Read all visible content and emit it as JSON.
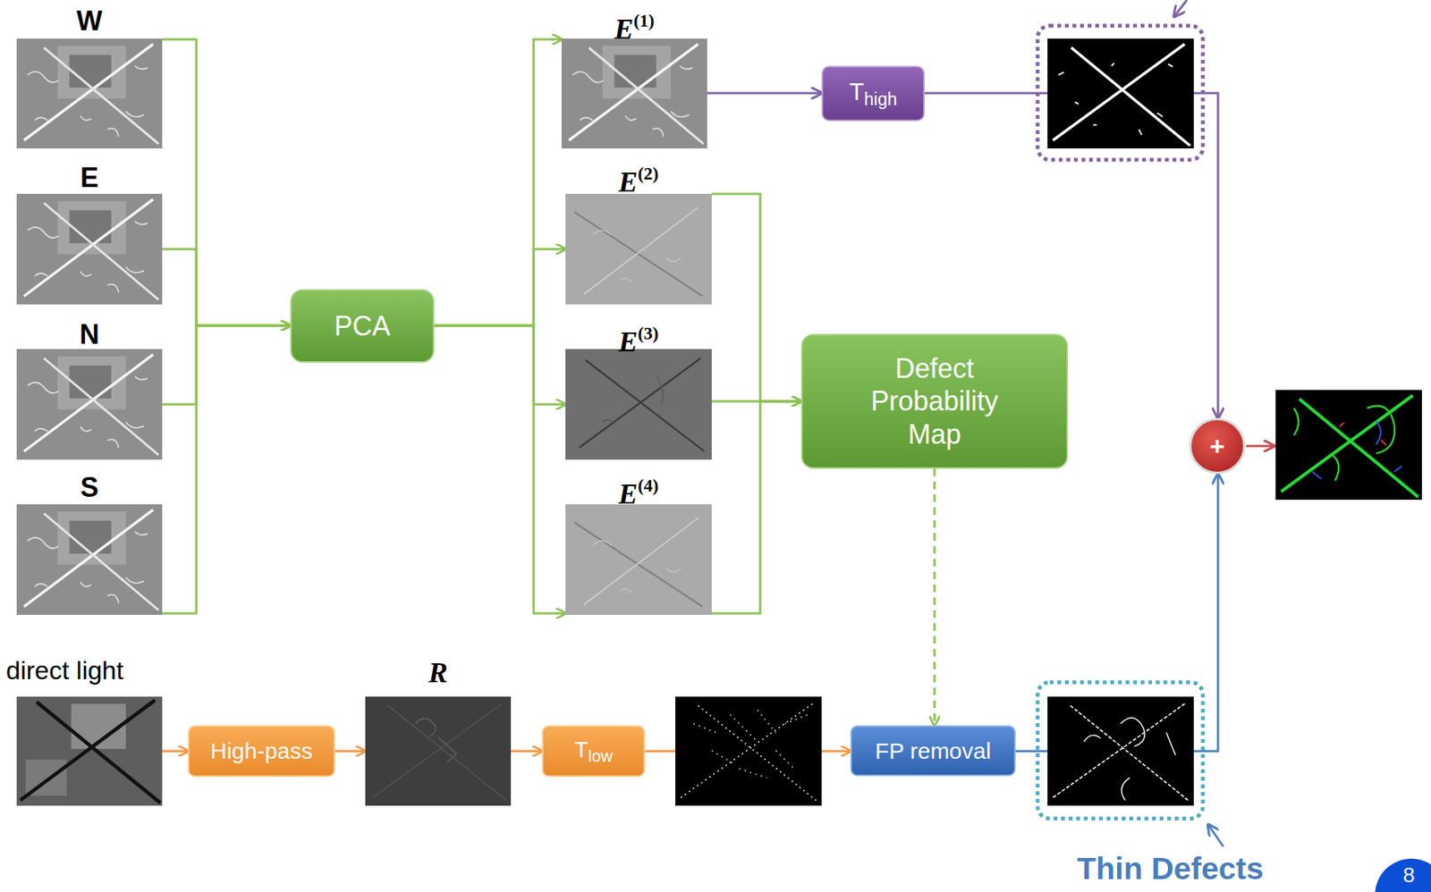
{
  "diagram": {
    "nodes": [
      {
        "text": [
          "W"
        ]
      },
      {
        "text": [
          "E"
        ]
      },
      {
        "text": [
          "N"
        ]
      },
      {
        "text": [
          "S"
        ]
      },
      {
        "text": [
          "PCA"
        ]
      },
      {
        "text": [
          "E",
          "(1)"
        ]
      },
      {
        "text": [
          "E",
          "(2)"
        ]
      },
      {
        "text": [
          "E",
          "(3)"
        ]
      },
      {
        "text": [
          "E",
          "(4)"
        ]
      },
      {
        "text": [
          "T",
          "high"
        ]
      },
      {
        "text": [
          "Defect Probability Map"
        ]
      },
      {
        "text": [
          "+"
        ]
      },
      {
        "text": [
          "direct light"
        ]
      },
      {
        "text": [
          "High-pass"
        ]
      },
      {
        "text": [
          "R"
        ]
      },
      {
        "text": [
          "T",
          "low"
        ]
      },
      {
        "text": [
          "FP removal"
        ]
      }
    ],
    "edges": [
      {
        "from": 0,
        "to": 4,
        "arrow": "to"
      },
      {
        "from": 1,
        "to": 4,
        "arrow": "to"
      },
      {
        "from": 2,
        "to": 4,
        "arrow": "to"
      },
      {
        "from": 3,
        "to": 4,
        "arrow": "to"
      },
      {
        "from": 4,
        "to": 5,
        "arrow": "to"
      },
      {
        "from": 4,
        "to": 6,
        "arrow": "to"
      },
      {
        "from": 4,
        "to": 7,
        "arrow": "to"
      },
      {
        "from": 4,
        "to": 8,
        "arrow": "to"
      },
      {
        "from": 5,
        "to": 9,
        "arrow": "to"
      },
      {
        "from": 6,
        "to": 10,
        "arrow": "to"
      },
      {
        "from": 7,
        "to": 10,
        "arrow": "to"
      },
      {
        "from": 8,
        "to": 10,
        "arrow": "to"
      },
      {
        "from": 9,
        "to": 11,
        "arrow": "to"
      },
      {
        "from": 10,
        "to": 16,
        "arrow": "to"
      },
      {
        "from": 12,
        "to": 13,
        "arrow": "to"
      },
      {
        "from": 13,
        "to": 14,
        "arrow": "to"
      },
      {
        "from": 14,
        "to": 15,
        "arrow": "to"
      },
      {
        "from": 15,
        "to": 16,
        "arrow": "to"
      },
      {
        "from": 16,
        "to": 11,
        "arrow": "to"
      }
    ],
    "labels": [
      "Thin Defects",
      "8"
    ]
  }
}
